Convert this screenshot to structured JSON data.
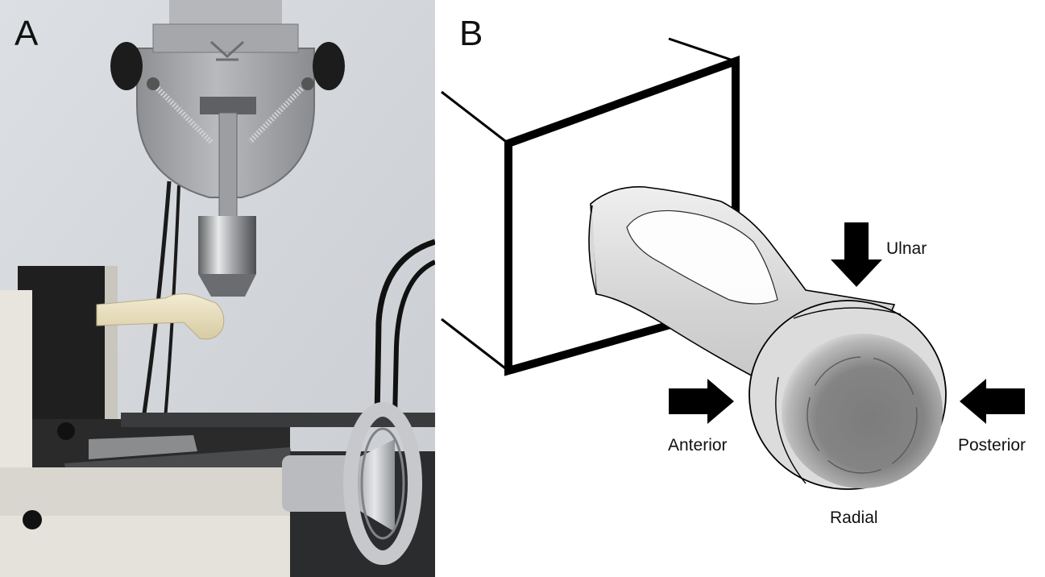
{
  "panels": {
    "a": {
      "letter": "A"
    },
    "b": {
      "letter": "B"
    }
  },
  "directions": {
    "ulnar": "Ulnar",
    "anterior": "Anterior",
    "posterior": "Posterior",
    "radial": "Radial"
  },
  "colors": {
    "background": "#ffffff",
    "ink": "#000000",
    "bone": "#ece3c4",
    "metal": "#a7a9ab",
    "bone_gray": "#d9d9d9",
    "cut_surface": "#7a7a7a"
  },
  "icons": {
    "ulnar_arrow": "arrow-down-icon",
    "anterior_arrow": "arrow-right-icon",
    "posterior_arrow": "arrow-left-icon"
  }
}
